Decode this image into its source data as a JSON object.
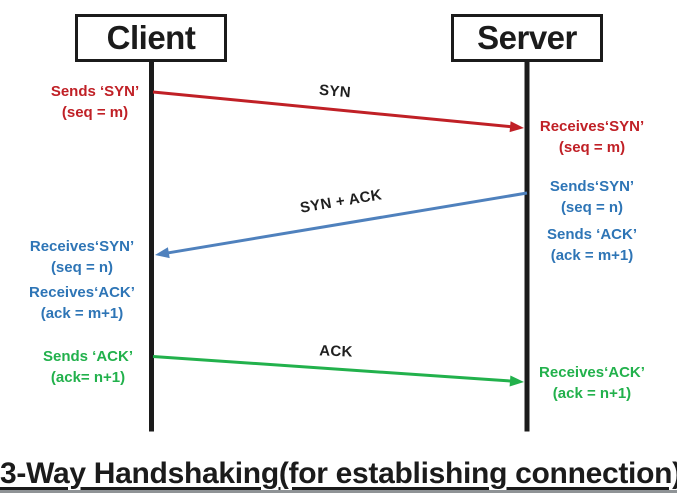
{
  "title": "3-Way Handshaking(for establishing connection)",
  "colors": {
    "black": "#1b1b1b",
    "label": "#1f1f1f",
    "red": "#c02026",
    "blue": "#2e75b6",
    "blue_arrow": "#4f81bd",
    "green": "#22b14c"
  },
  "actors": [
    {
      "id": "client",
      "label": "Client"
    },
    {
      "id": "server",
      "label": "Server"
    }
  ],
  "messages": [
    {
      "id": "syn",
      "label": "SYN",
      "from": "client",
      "to": "server",
      "color": "#c02026"
    },
    {
      "id": "syn-ack",
      "label": "SYN + ACK",
      "from": "server",
      "to": "client",
      "color": "#4f81bd"
    },
    {
      "id": "ack",
      "label": "ACK",
      "from": "client",
      "to": "server",
      "color": "#22b14c"
    }
  ],
  "annotations": {
    "client": [
      {
        "color": "red",
        "lines": [
          "Sends ‘SYN’",
          "(seq = m)"
        ]
      },
      {
        "color": "blue",
        "lines": [
          "Receives‘SYN’",
          "(seq = n)"
        ]
      },
      {
        "color": "blue",
        "lines": [
          "Receives‘ACK’",
          "(ack = m+1)"
        ]
      },
      {
        "color": "green",
        "lines": [
          "Sends ‘ACK’",
          "(ack= n+1)"
        ]
      }
    ],
    "server": [
      {
        "color": "red",
        "lines": [
          "Receives‘SYN’",
          "(seq = m)"
        ]
      },
      {
        "color": "blue",
        "lines": [
          "Sends‘SYN’",
          "(seq = n)"
        ]
      },
      {
        "color": "blue",
        "lines": [
          "Sends ‘ACK’",
          "(ack = m+1)"
        ]
      },
      {
        "color": "green",
        "lines": [
          "Receives‘ACK’",
          "(ack = n+1)"
        ]
      }
    ]
  }
}
